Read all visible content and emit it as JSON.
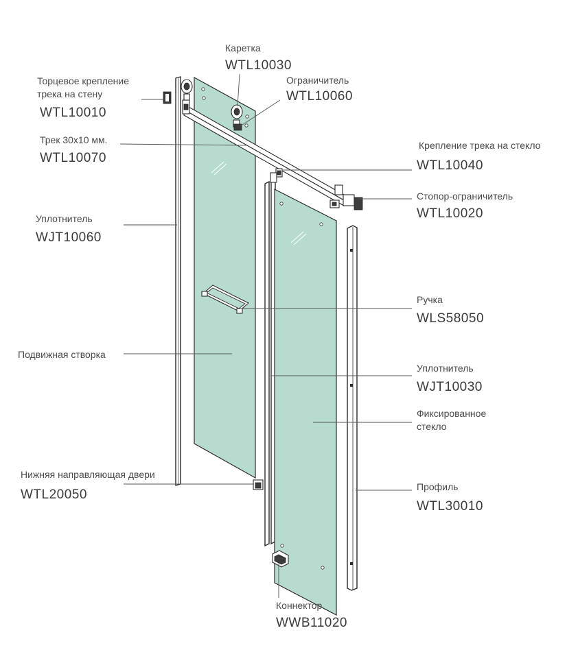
{
  "callouts": [
    {
      "id": "karetka",
      "label": "Каретка",
      "code": "WTL10030"
    },
    {
      "id": "ogranichitel",
      "label": "Ограничитель",
      "code": "WTL10060"
    },
    {
      "id": "tortsevoe",
      "label_lines": [
        "Торцевое крепление",
        "трека на стену"
      ],
      "code": "WTL10010"
    },
    {
      "id": "trek",
      "label": "Трек 30x10 мм.",
      "code": "WTL10070"
    },
    {
      "id": "kreplenie",
      "label": "Крепление трека на стекло",
      "code": "WTL10040"
    },
    {
      "id": "stopor",
      "label": "Стопор-ограничитель",
      "code": "WTL10020"
    },
    {
      "id": "uplotnitel-left",
      "label": "Уплотнитель",
      "code": "WJT10060"
    },
    {
      "id": "ruchka",
      "label": "Ручка",
      "code": "WLS58050"
    },
    {
      "id": "podvizhnaya",
      "label": "Подвижная створка"
    },
    {
      "id": "uplotnitel-right",
      "label": "Уплотнитель",
      "code": "WJT10030"
    },
    {
      "id": "fiksirovannoe",
      "label_lines": [
        "Фиксированное",
        "стекло"
      ]
    },
    {
      "id": "nizhnyaya",
      "label": "Нижняя направляющая двери",
      "code": "WTL20050"
    },
    {
      "id": "profil",
      "label": "Профиль",
      "code": "WTL30010"
    },
    {
      "id": "konnektor",
      "label": "Коннектор",
      "code": "WWB11020"
    }
  ],
  "colors": {
    "glass": "#b7dccf",
    "line": "#2a2a2a",
    "text": "#4a4a4a"
  }
}
